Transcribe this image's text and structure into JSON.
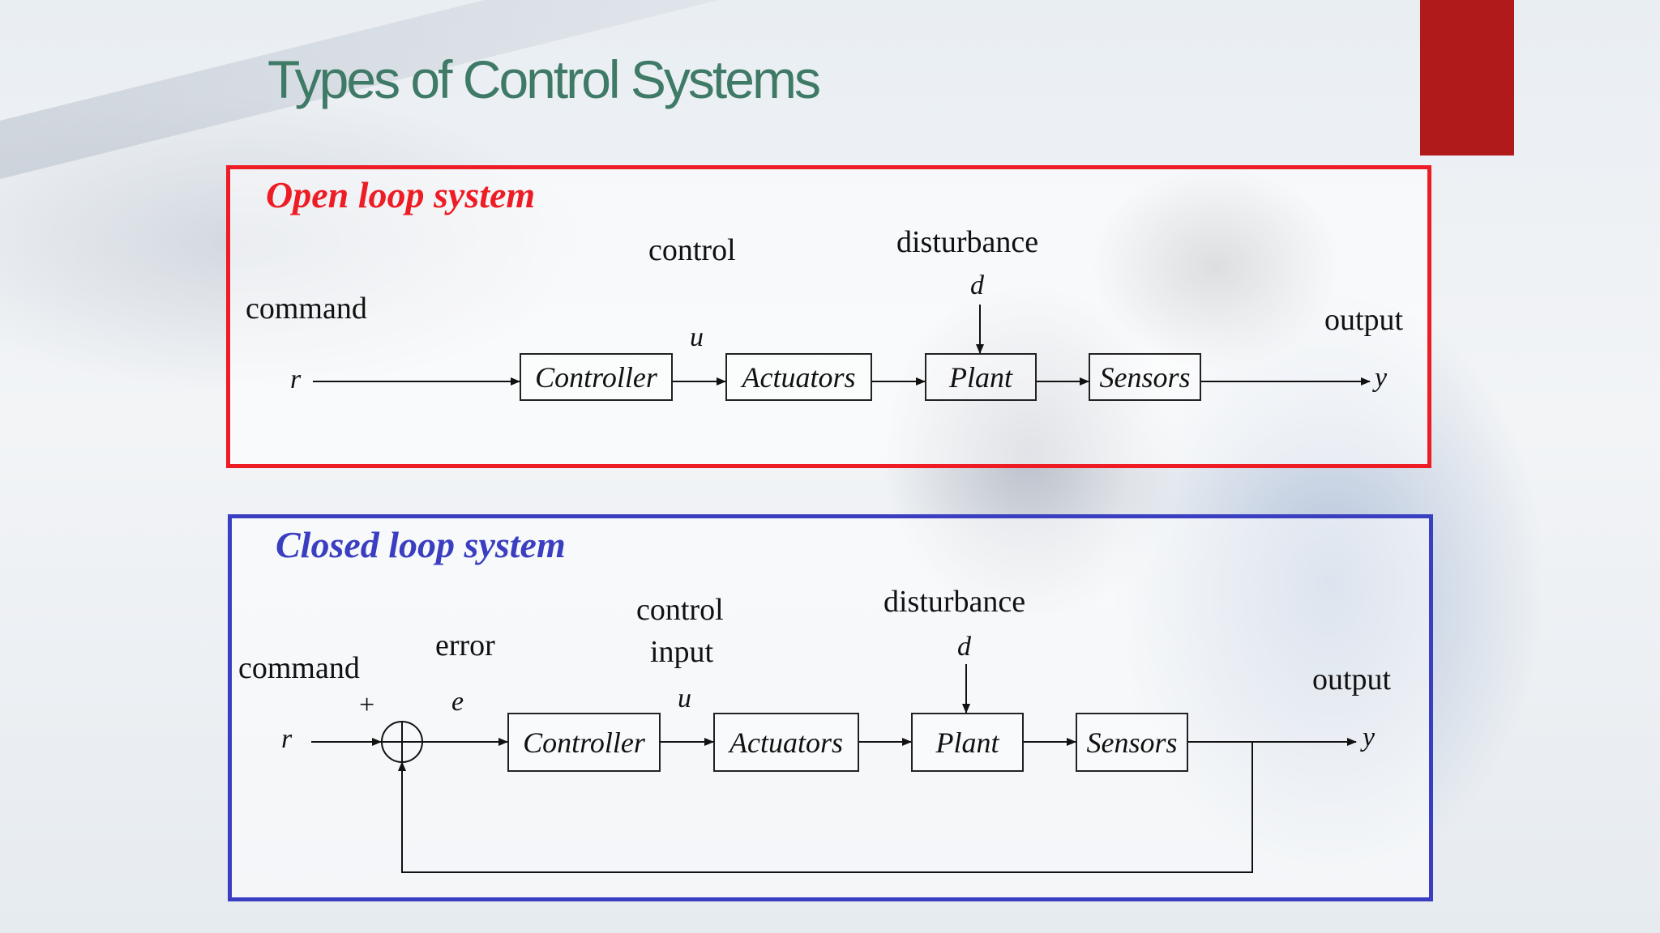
{
  "slide": {
    "title": "Types of Control Systems"
  },
  "colors": {
    "accent": "#b11a1a",
    "open_border": "#ee1c24",
    "closed_border": "#3a3ec0",
    "title": "#3f7a66"
  },
  "open_loop": {
    "heading": "Open loop system",
    "labels": {
      "command": "command",
      "control": "control",
      "disturbance": "disturbance",
      "output": "output"
    },
    "vars": {
      "r": "r",
      "u": "u",
      "d": "d",
      "y": "y"
    },
    "blocks": [
      "Controller",
      "Actuators",
      "Plant",
      "Sensors"
    ]
  },
  "closed_loop": {
    "heading": "Closed loop system",
    "labels": {
      "command": "command",
      "error": "error",
      "control_input_1": "control",
      "control_input_2": "input",
      "disturbance": "disturbance",
      "output": "output"
    },
    "vars": {
      "r": "r",
      "e": "e",
      "u": "u",
      "d": "d",
      "y": "y",
      "plus": "+"
    },
    "blocks": [
      "Controller",
      "Actuators",
      "Plant",
      "Sensors"
    ]
  }
}
